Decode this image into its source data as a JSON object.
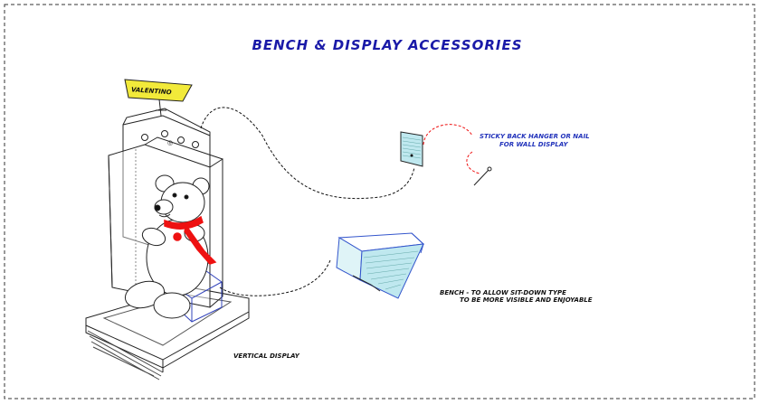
{
  "title": "BENCH & DISPLAY ACCESSORIES",
  "tag_label": "VALENTINO",
  "hanger_label_line1": "STICKY BACK HANGER OR NAIL",
  "hanger_label_line2": "FOR WALL DISPLAY",
  "bench_label_line1": "BENCH - TO ALLOW SIT-DOWN TYPE",
  "bench_label_line2": "TO BE MORE VISIBLE AND ENJOYABLE",
  "vertical_label": "VERTICAL DISPLAY",
  "colors": {
    "title": "#1a1aa8",
    "tag_fill": "#f2ea3a",
    "scarf": "#ee1111",
    "panel_fill": "#bfe8ef",
    "bench_line": "#3355cc",
    "connector": "#111111",
    "hanger_arc": "#ee1111"
  }
}
